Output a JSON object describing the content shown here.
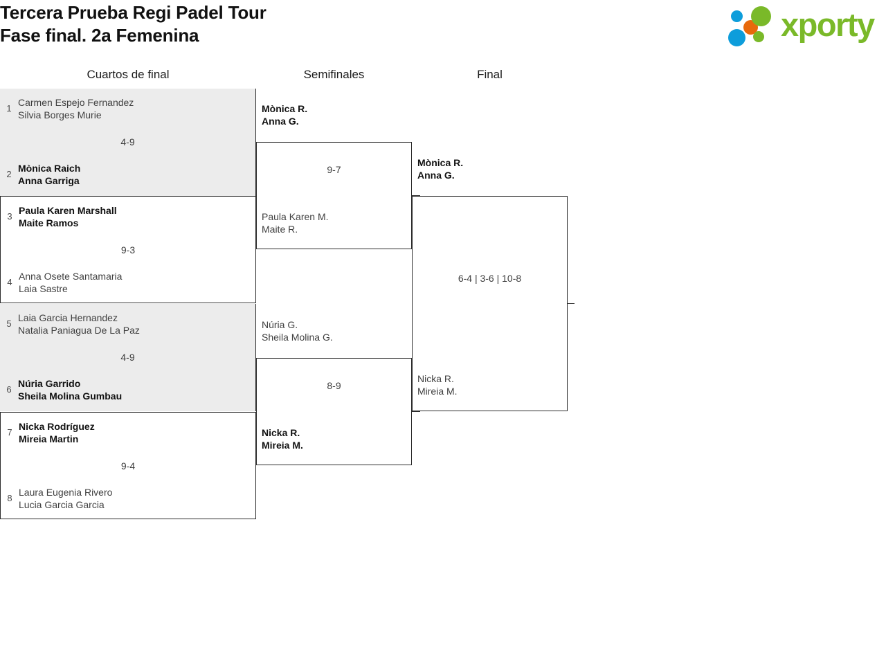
{
  "header": {
    "title": "Tercera Prueba Regi Padel Tour\nFase final. 2a Femenina",
    "logo_text": "xporty",
    "logo_colors": {
      "green": "#7ab929",
      "blue": "#0d9ddb",
      "orange": "#e8690b"
    }
  },
  "rounds": [
    {
      "label": "Cuartos de final"
    },
    {
      "label": "Semifinales"
    },
    {
      "label": "Final"
    }
  ],
  "quarterfinals": [
    {
      "score": "4-9",
      "top": {
        "seed": "1",
        "p1": "Carmen Espejo Fernandez",
        "p2": "Silvia Borges Murie",
        "winner": false
      },
      "bottom": {
        "seed": "2",
        "p1": "Mònica Raich",
        "p2": "Anna Garriga",
        "winner": true
      }
    },
    {
      "score": "9-3",
      "top": {
        "seed": "3",
        "p1": "Paula Karen Marshall",
        "p2": "Maite Ramos",
        "winner": true
      },
      "bottom": {
        "seed": "4",
        "p1": "Anna Osete Santamaria",
        "p2": "Laia Sastre",
        "winner": false
      }
    },
    {
      "score": "4-9",
      "top": {
        "seed": "5",
        "p1": "Laia Garcia Hernandez",
        "p2": "Natalia Paniagua De La Paz",
        "winner": false
      },
      "bottom": {
        "seed": "6",
        "p1": "Núria Garrido",
        "p2": "Sheila Molina Gumbau",
        "winner": true
      }
    },
    {
      "score": "9-4",
      "top": {
        "seed": "7",
        "p1": "Nicka Rodríguez",
        "p2": "Mireia Martin",
        "winner": true
      },
      "bottom": {
        "seed": "8",
        "p1": "Laura Eugenia Rivero",
        "p2": "Lucia Garcia Garcia",
        "winner": false
      }
    }
  ],
  "semifinals": [
    {
      "score": "9-7",
      "top": {
        "p1": "Mònica R.",
        "p2": "Anna G.",
        "winner": true
      },
      "bottom": {
        "p1": "Paula Karen M.",
        "p2": "Maite R.",
        "winner": false
      }
    },
    {
      "score": "8-9",
      "top": {
        "p1": "Núria G.",
        "p2": "Sheila Molina G.",
        "winner": false
      },
      "bottom": {
        "p1": "Nicka R.",
        "p2": "Mireia M.",
        "winner": true
      }
    }
  ],
  "final": {
    "score": "6-4 | 3-6 | 10-8",
    "top": {
      "p1": "Mònica R.",
      "p2": "Anna G.",
      "winner": true
    },
    "bottom": {
      "p1": "Nicka R.",
      "p2": "Mireia M.",
      "winner": false
    }
  }
}
